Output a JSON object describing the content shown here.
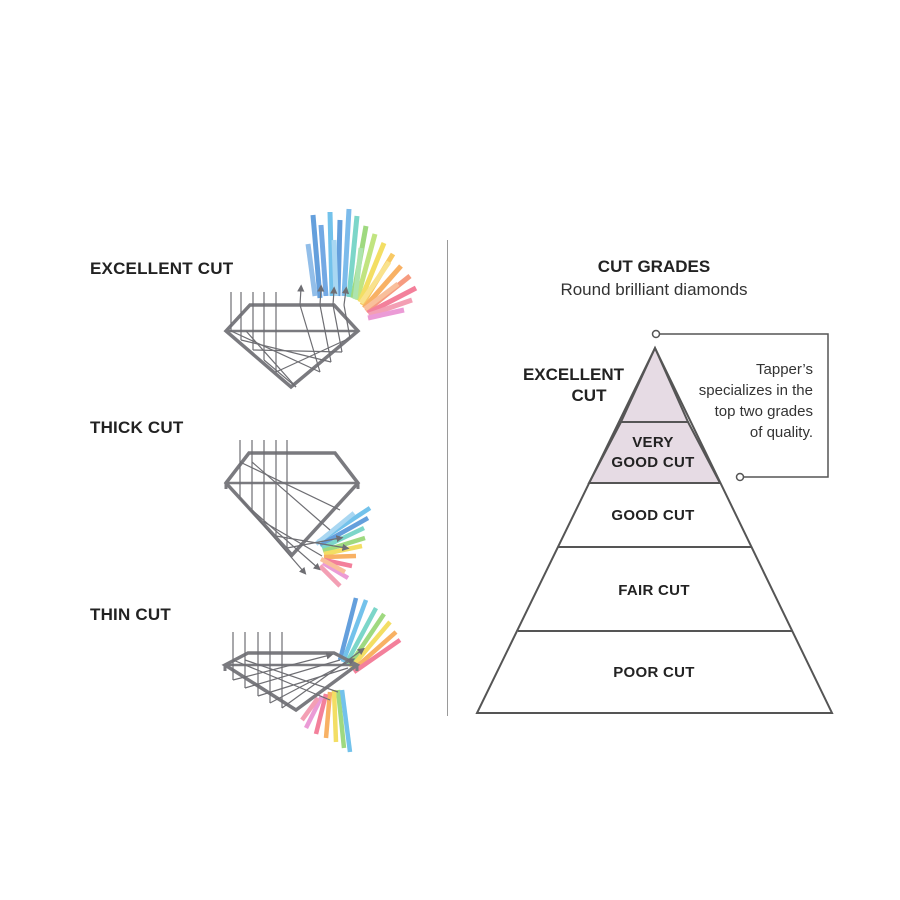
{
  "left": {
    "excellent_label": "EXCELLENT CUT",
    "thick_label": "THICK CUT",
    "thin_label": "THIN CUT"
  },
  "right": {
    "title": "CUT GRADES",
    "subtitle": "Round brilliant diamonds",
    "excellent_label_line1": "EXCELLENT",
    "excellent_label_line2": "CUT",
    "note_lines": [
      "Tapper’s",
      "specializes in the",
      "top two grades",
      "of quality."
    ],
    "grades": {
      "very_good_line1": "VERY",
      "very_good_line2": "GOOD CUT",
      "good": "GOOD CUT",
      "fair": "FAIR CUT",
      "poor": "POOR CUT"
    }
  },
  "colors": {
    "outline": "#7a7a7f",
    "highlight_fill": "#e6dbe4",
    "text": "#222222",
    "spectrum": [
      "#4a8fd6",
      "#5bb8e8",
      "#66d0c0",
      "#8fd36b",
      "#f2d94a",
      "#f7a44a",
      "#f26b8a",
      "#e88ad0"
    ]
  }
}
